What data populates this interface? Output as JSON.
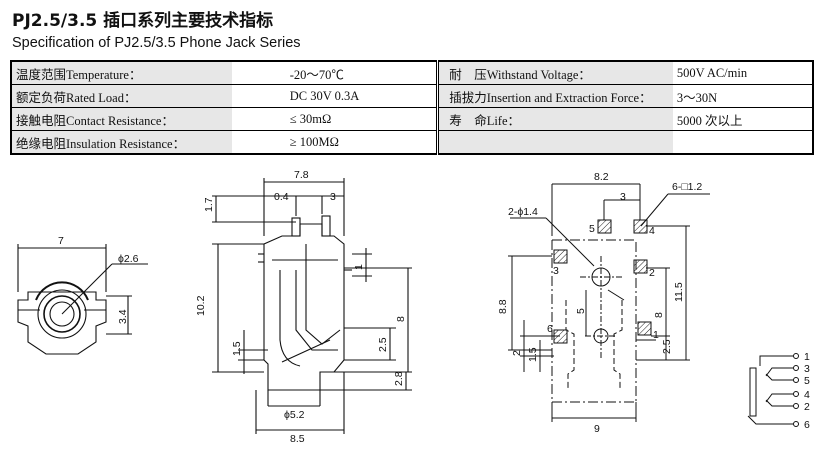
{
  "title_cn": "PJ2.5/3.5 插口系列主要技术指标",
  "title_en": "Specification of PJ2.5/3.5 Phone Jack Series",
  "spec_rows": [
    {
      "l1": "温度范围Temperature：",
      "v1": "-20～70℃",
      "l2": "耐　压Withstand Voltage：",
      "v2": "500V AC/min"
    },
    {
      "l1": "额定负荷Rated Load：",
      "v1": "DC 30V 0.3A",
      "l2": "插拔力Insertion and Extraction Force：",
      "v2": "3～30N"
    },
    {
      "l1": "接触电阻Contact Resistance：",
      "v1": "≤ 30mΩ",
      "l2": "寿　命Life：",
      "v2": "5000 次以上"
    },
    {
      "l1": "绝缘电阻Insulation Resistance：",
      "v1": "≥ 100MΩ",
      "l2": "",
      "v2": ""
    }
  ],
  "dims": {
    "d7": "7",
    "dphi26": "ϕ2.6",
    "d34": "3.4",
    "d78": "7.8",
    "d17": "1.7",
    "d04": "0.4",
    "d3a": "3",
    "d1": "1",
    "d102": "10.2",
    "d8a": "8",
    "d15a": "1.5",
    "d25a": "2.5",
    "d28": "2.8",
    "dphi52": "ϕ5.2",
    "d85": "8.5",
    "d82": "8.2",
    "d6sq": "6-□1.2",
    "d3b": "3",
    "d2phi": "2-ϕ1.4",
    "d88": "8.8",
    "d115": "11.5",
    "d5": "5",
    "d8b": "8",
    "d2": "2",
    "d15b": "1.5",
    "d25b": "2.5",
    "d9": "9"
  },
  "pads": {
    "p5": "5",
    "p4": "4",
    "p3": "3",
    "p2": "2",
    "p6": "6",
    "p1": "1"
  },
  "schem_pins": [
    "1",
    "3",
    "5",
    "4",
    "2",
    "6"
  ]
}
